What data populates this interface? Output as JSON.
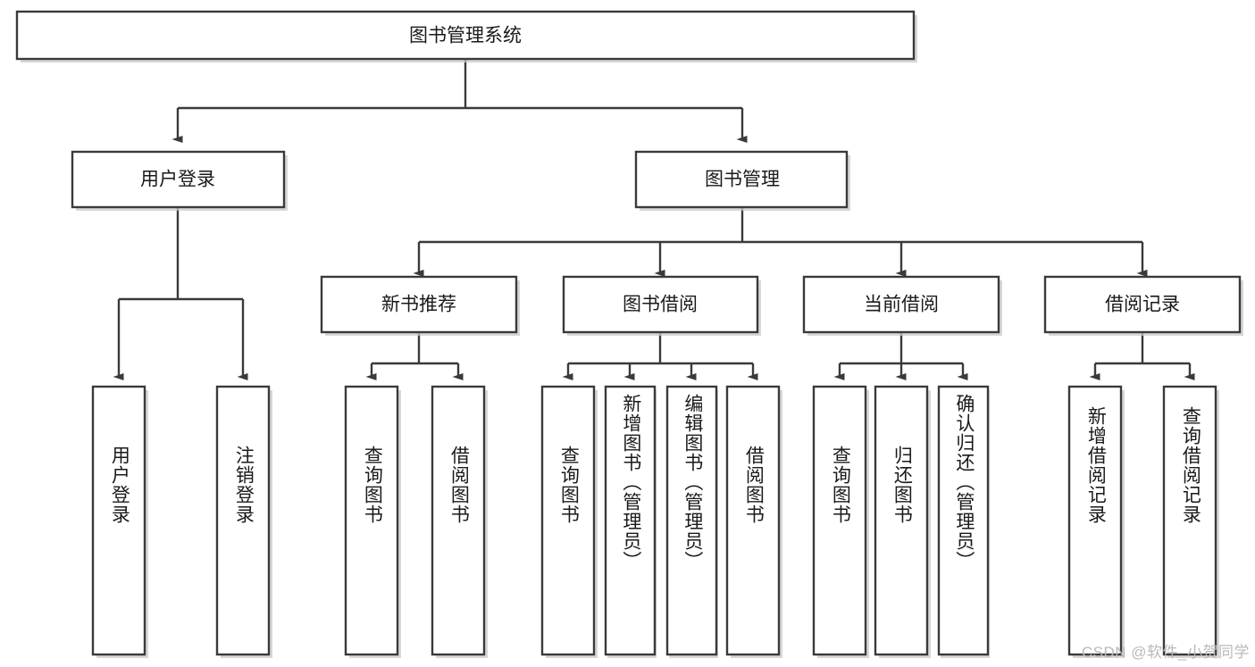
{
  "diagram": {
    "title": "图书管理系统",
    "type": "tree-hierarchy-diagram",
    "colors": {
      "background": "#ffffff",
      "box_fill": "#ffffff",
      "box_stroke": "#3a3a3a",
      "connector": "#3a3a3a",
      "text": "#1a1a1a",
      "shadow": "#c9c9c9",
      "watermark": "#b9b9b9"
    },
    "watermark": "CSDN @软件_小贺同学",
    "levels": {
      "root": {
        "label": "图书管理系统"
      },
      "level2": [
        {
          "id": "user-login",
          "label": "用户登录"
        },
        {
          "id": "book-manage",
          "label": "图书管理"
        }
      ],
      "level3": [
        {
          "id": "new-book-recommend",
          "label": "新书推荐",
          "parent": "book-manage"
        },
        {
          "id": "book-borrow",
          "label": "图书借阅",
          "parent": "book-manage"
        },
        {
          "id": "current-borrow",
          "label": "当前借阅",
          "parent": "book-manage"
        },
        {
          "id": "borrow-record",
          "label": "借阅记录",
          "parent": "book-manage"
        }
      ],
      "leaves": [
        {
          "id": "leaf-user-login",
          "label": "用户登录",
          "parent": "user-login"
        },
        {
          "id": "leaf-user-logout",
          "label": "注销登录",
          "parent": "user-login"
        },
        {
          "id": "leaf-query-book-1",
          "label": "查询图书",
          "parent": "new-book-recommend"
        },
        {
          "id": "leaf-borrow-book-1",
          "label": "借阅图书",
          "parent": "new-book-recommend"
        },
        {
          "id": "leaf-query-book-2",
          "label": "查询图书",
          "parent": "book-borrow"
        },
        {
          "id": "leaf-add-book",
          "label": "新增图书（管理员）",
          "parent": "book-borrow"
        },
        {
          "id": "leaf-edit-book",
          "label": "编辑图书（管理员）",
          "parent": "book-borrow"
        },
        {
          "id": "leaf-borrow-book-2",
          "label": "借阅图书",
          "parent": "book-borrow"
        },
        {
          "id": "leaf-query-book-3",
          "label": "查询图书",
          "parent": "current-borrow"
        },
        {
          "id": "leaf-return-book",
          "label": "归还图书",
          "parent": "current-borrow"
        },
        {
          "id": "leaf-confirm-return",
          "label": "确认归还（管理员）",
          "parent": "current-borrow"
        },
        {
          "id": "leaf-add-record",
          "label": "新增借阅记录",
          "parent": "borrow-record"
        },
        {
          "id": "leaf-query-record",
          "label": "查询借阅记录",
          "parent": "borrow-record"
        }
      ]
    }
  }
}
